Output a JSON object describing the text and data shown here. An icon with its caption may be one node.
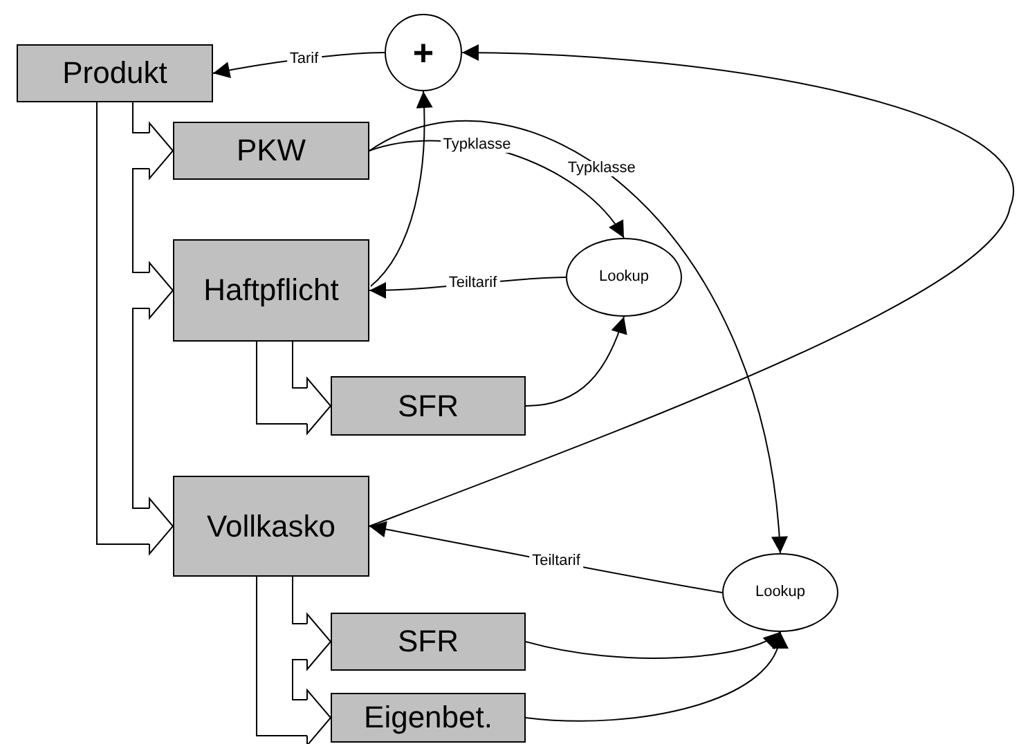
{
  "diagram": {
    "nodes": [
      {
        "text": [
          "Produkt"
        ]
      },
      {
        "text": [
          "+"
        ]
      },
      {
        "text": [
          "PKW"
        ]
      },
      {
        "text": [
          "Haftpflicht"
        ]
      },
      {
        "text": [
          "Lookup"
        ]
      },
      {
        "text": [
          "SFR"
        ]
      },
      {
        "text": [
          "Vollkasko"
        ]
      },
      {
        "text": [
          "Lookup"
        ]
      },
      {
        "text": [
          "SFR"
        ]
      },
      {
        "text": [
          "Eigenbet."
        ]
      }
    ],
    "edges": [
      {
        "from": 1,
        "to": 0,
        "arrow": "to",
        "label": "Tarif"
      },
      {
        "from": 3,
        "to": 1,
        "arrow": "to"
      },
      {
        "from": 6,
        "to": 1,
        "arrow": "to"
      },
      {
        "from": 2,
        "to": 4,
        "arrow": "to",
        "label": "Typklasse"
      },
      {
        "from": 2,
        "to": 7,
        "arrow": "to",
        "label": "Typklasse"
      },
      {
        "from": 4,
        "to": 3,
        "arrow": "to",
        "label": "Teiltarif"
      },
      {
        "from": 5,
        "to": 4,
        "arrow": "to"
      },
      {
        "from": 7,
        "to": 6,
        "arrow": "to",
        "label": "Teiltarif"
      },
      {
        "from": 8,
        "to": 7,
        "arrow": "to"
      },
      {
        "from": 9,
        "to": 7,
        "arrow": "to"
      },
      {
        "from": 0,
        "to": 2,
        "arrow": "to",
        "style": "thick"
      },
      {
        "from": 0,
        "to": 3,
        "arrow": "to",
        "style": "thick"
      },
      {
        "from": 0,
        "to": 6,
        "arrow": "to",
        "style": "thick"
      },
      {
        "from": 3,
        "to": 5,
        "arrow": "to",
        "style": "thick"
      },
      {
        "from": 6,
        "to": 8,
        "arrow": "to",
        "style": "thick"
      },
      {
        "from": 6,
        "to": 9,
        "arrow": "to",
        "style": "thick"
      }
    ]
  }
}
